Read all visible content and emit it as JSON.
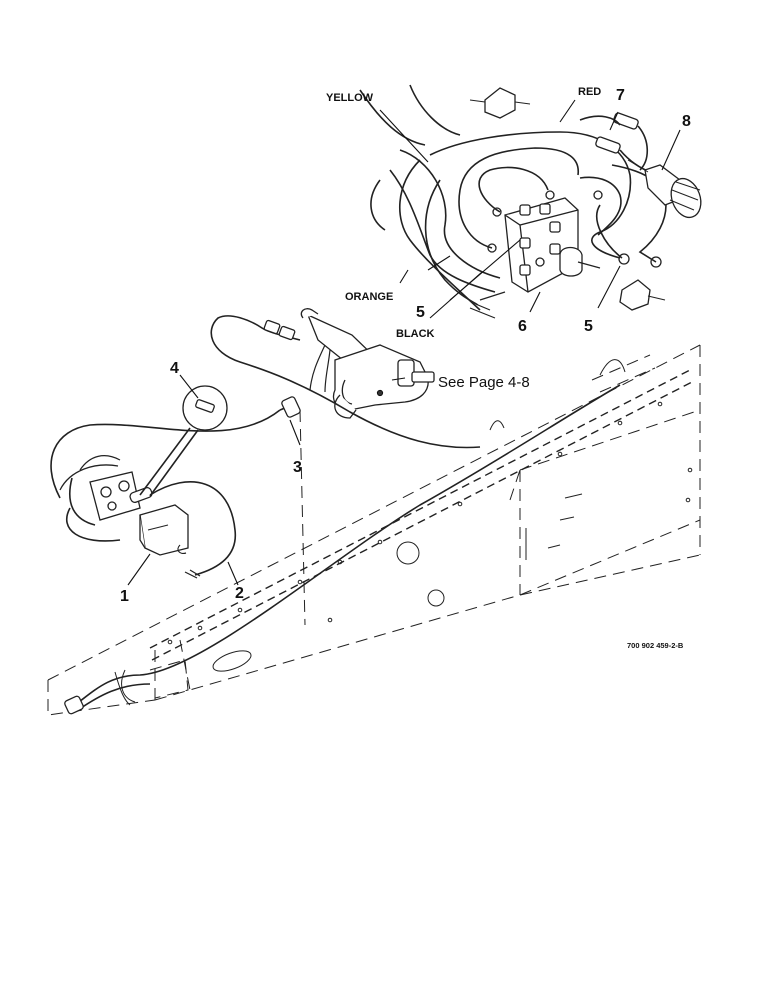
{
  "callouts": {
    "c1": "1",
    "c2": "2",
    "c3": "3",
    "c4": "4",
    "c5a": "5",
    "c5b": "5",
    "c6": "6",
    "c7": "7",
    "c8": "8"
  },
  "wire_labels": {
    "yellow": "YELLOW",
    "red": "RED",
    "orange": "ORANGE",
    "black": "BLACK"
  },
  "reference": "See Page 4-8",
  "drawing_number": "700 902 459-2-B"
}
